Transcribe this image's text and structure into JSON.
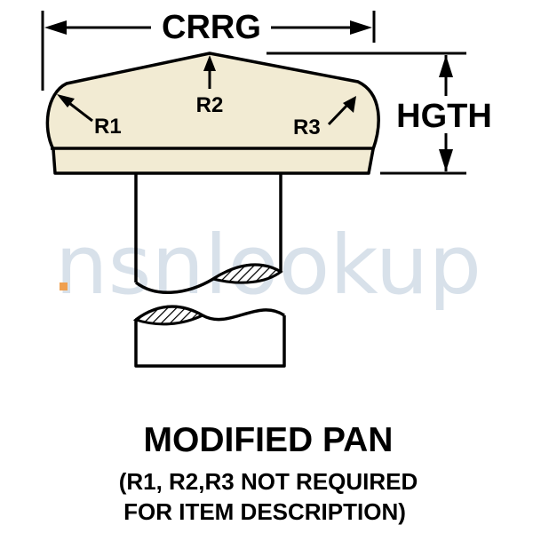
{
  "dimensions": {
    "width_label": "CRRG",
    "height_label": "HGTH"
  },
  "radii": {
    "r1": "R1",
    "r2": "R2",
    "r3": "R3"
  },
  "watermark": {
    "text": "nsnlookup"
  },
  "caption": {
    "title": "MODIFIED PAN",
    "note_line1": "(R1, R2,R3 NOT REQUIRED",
    "note_line2": "FOR ITEM DESCRIPTION)"
  },
  "colors": {
    "head_fill": "#f2ebd3",
    "ink": "#000000",
    "watermark": "#b9c9da",
    "watermark_dot": "#f0a050"
  }
}
